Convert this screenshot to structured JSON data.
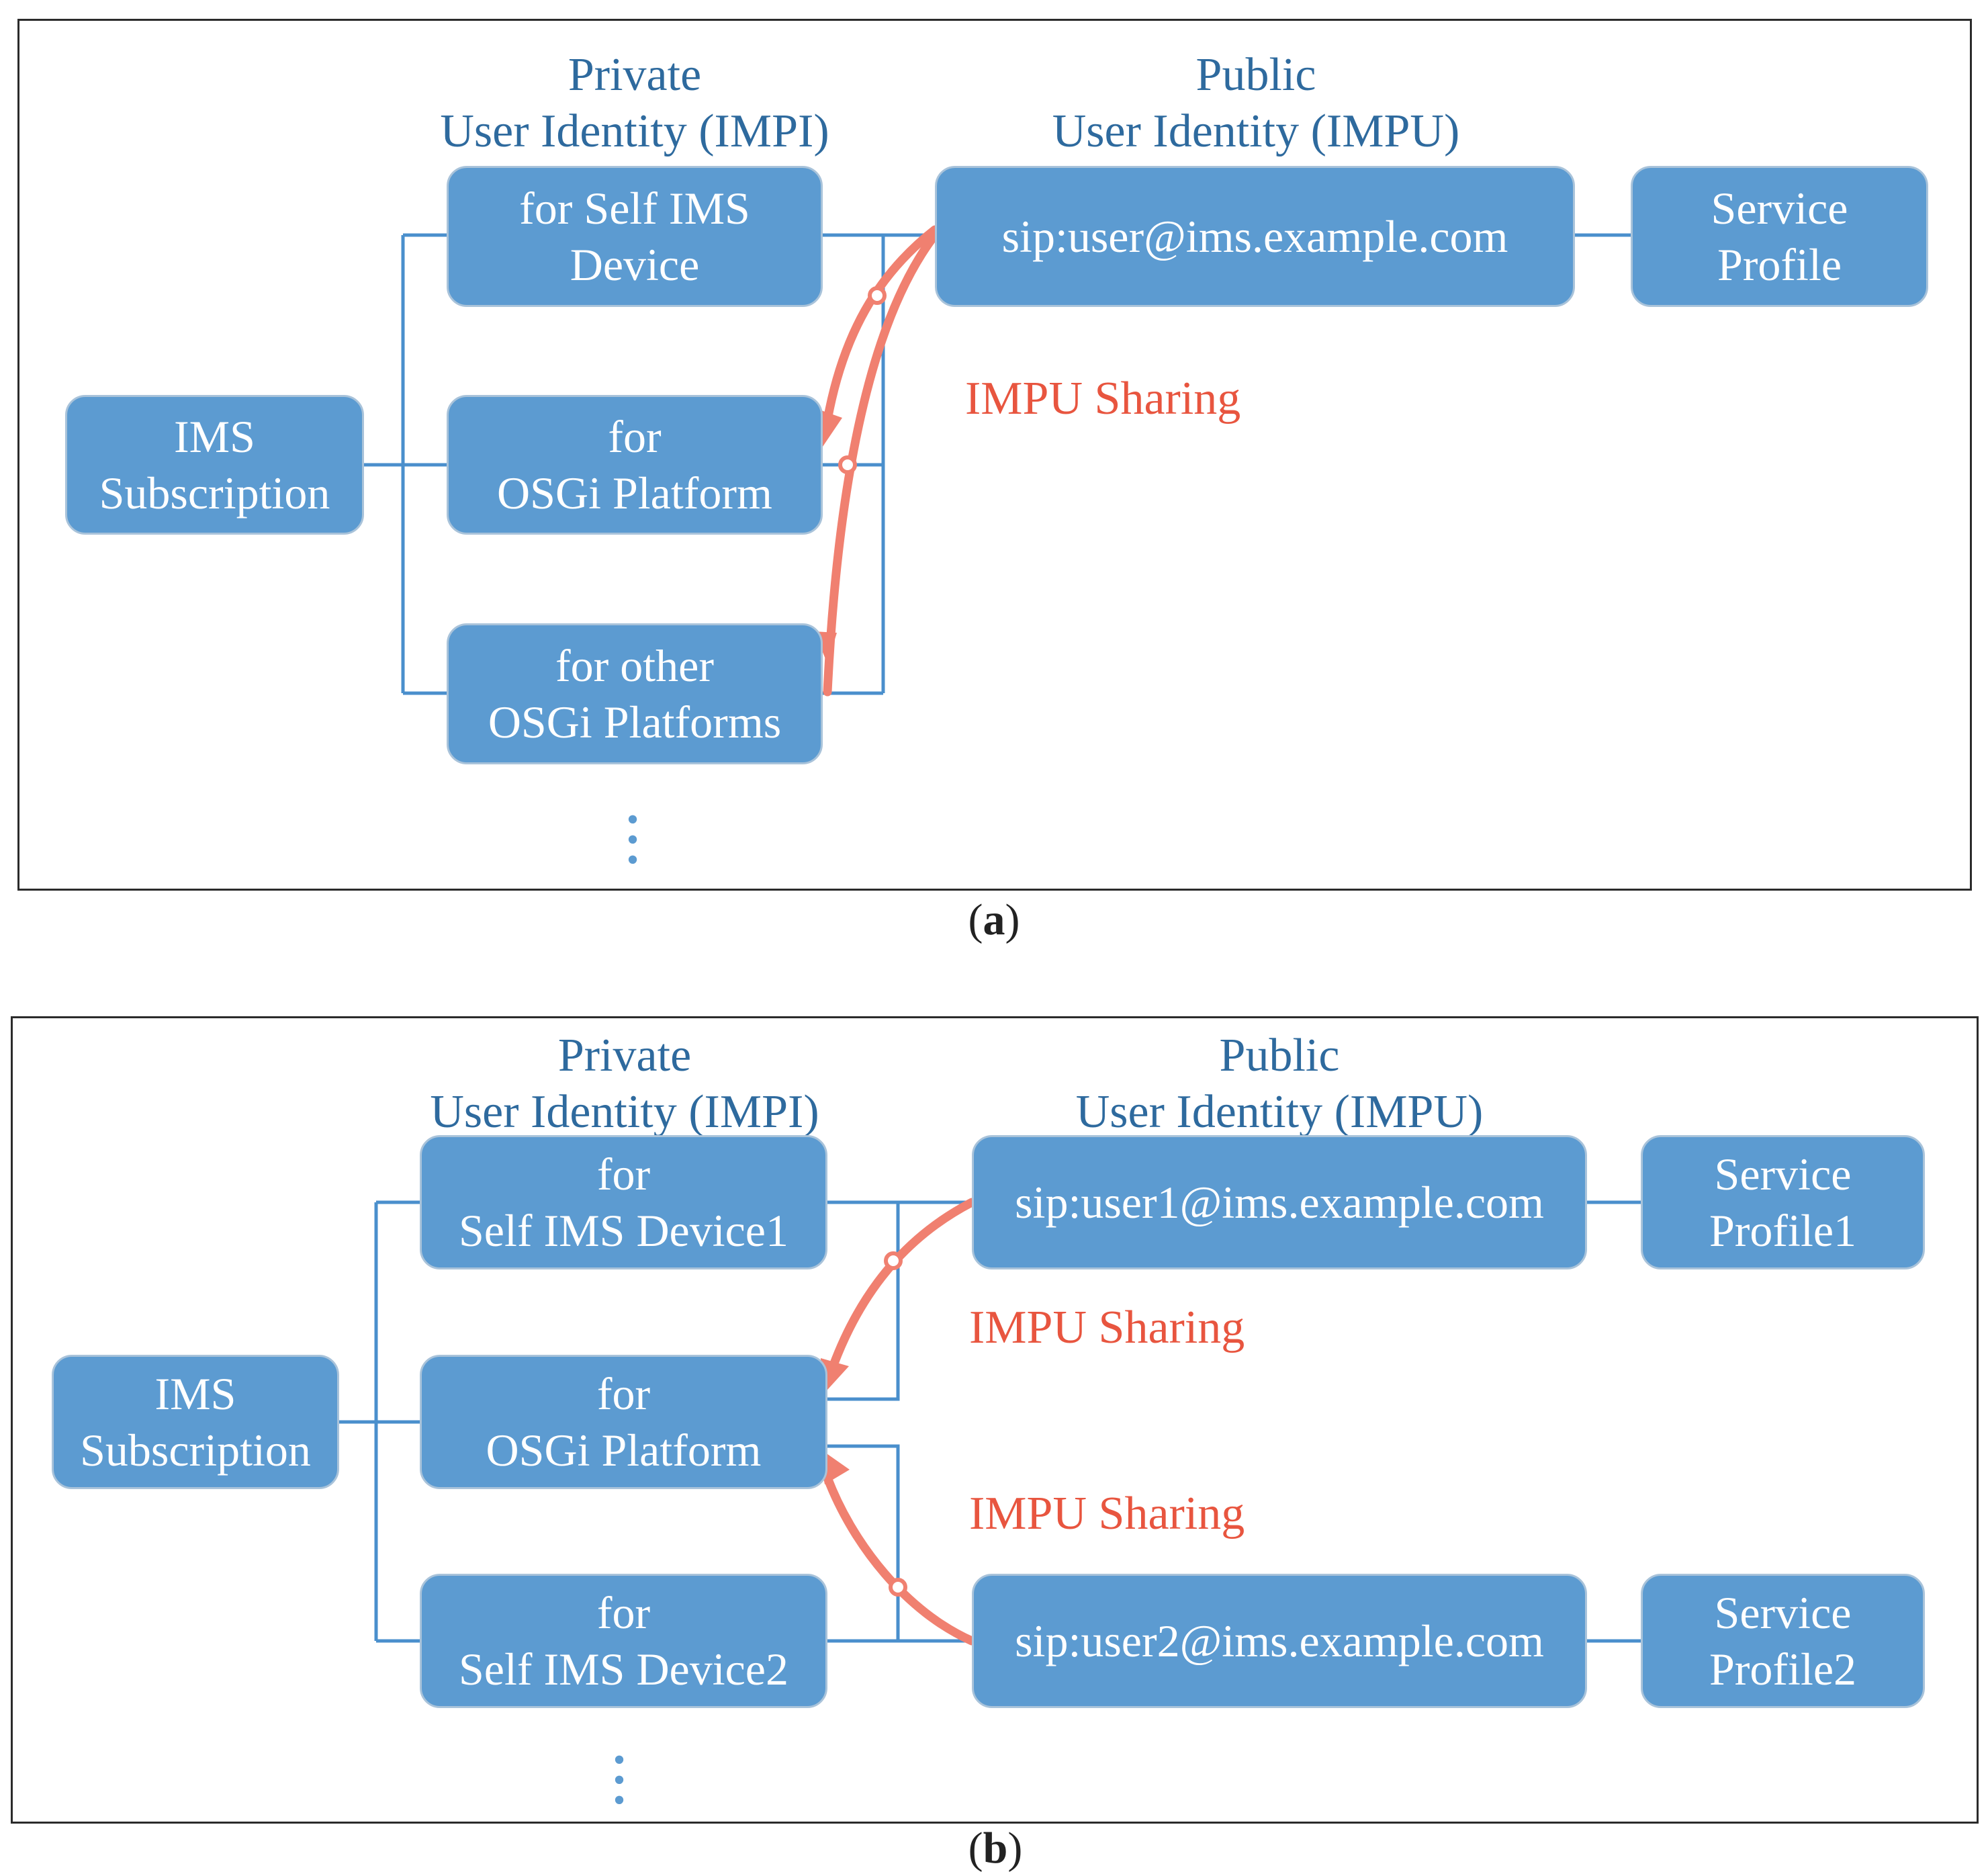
{
  "panel_a": {
    "header_private": "Private\nUser Identity (IMPI)",
    "header_public": "Public\nUser Identity (IMPU)",
    "subscription": "IMS\nSubscription",
    "impi_1": "for Self IMS\nDevice",
    "impi_2": "for\nOSGi Platform",
    "impi_3": "for other\nOSGi Platforms",
    "impu_1": "sip:user@ims.example.com",
    "profile_1": "Service\nProfile",
    "sharing_label": "IMPU Sharing",
    "caption_open": "(",
    "caption_letter": "a",
    "caption_close": ")"
  },
  "panel_b": {
    "header_private": "Private\nUser Identity (IMPI)",
    "header_public": "Public\nUser Identity (IMPU)",
    "subscription": "IMS\nSubscription",
    "impi_1": "for\nSelf IMS Device1",
    "impi_2": "for\nOSGi Platform",
    "impi_3": "for\nSelf IMS Device2",
    "impu_1": "sip:user1@ims.example.com",
    "impu_2": "sip:user2@ims.example.com",
    "profile_1": "Service\nProfile1",
    "profile_2": "Service\nProfile2",
    "sharing_label_1": "IMPU Sharing",
    "sharing_label_2": "IMPU Sharing",
    "caption_open": "(",
    "caption_letter": "b",
    "caption_close": ")"
  },
  "colors": {
    "box_fill": "#5c9bd1",
    "box_border": "#a9c3da",
    "connector": "#4a8fcc",
    "header_text": "#2e6a9e",
    "sharing_arrow": "#f08070",
    "sharing_text": "#e8553f"
  }
}
